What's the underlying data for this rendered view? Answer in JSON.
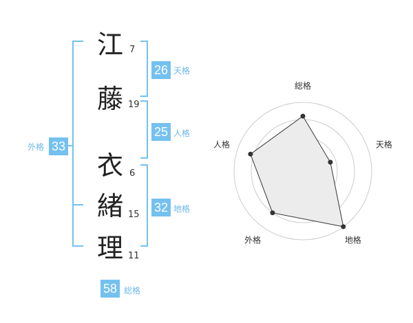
{
  "surname": [
    {
      "char": "江",
      "strokes": "7"
    },
    {
      "char": "藤",
      "strokes": "19"
    }
  ],
  "given": [
    {
      "char": "衣",
      "strokes": "6"
    },
    {
      "char": "緒",
      "strokes": "15"
    },
    {
      "char": "理",
      "strokes": "11"
    }
  ],
  "fortunes": {
    "tenkaku": {
      "value": "26",
      "label": "天格"
    },
    "jinkaku": {
      "value": "25",
      "label": "人格"
    },
    "chikaku": {
      "value": "32",
      "label": "地格"
    },
    "gaikaku": {
      "value": "33",
      "label": "外格"
    },
    "soukaku": {
      "value": "58",
      "label": "総格"
    }
  },
  "colors": {
    "accent": "#74c1f0",
    "label": "#6cb8ea",
    "ring": "#cccccc",
    "fill": "#ececec"
  },
  "chart_data": {
    "type": "radar",
    "axes": [
      "総格",
      "天格",
      "地格",
      "外格",
      "人格"
    ],
    "values": [
      0.8,
      0.42,
      1.0,
      0.75,
      0.8
    ],
    "rings": 4
  }
}
